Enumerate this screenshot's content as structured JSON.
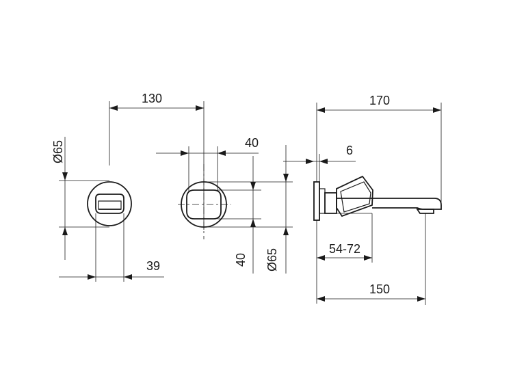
{
  "dimensions": {
    "front_diameter": "Ø65",
    "center_distance": "130",
    "handle_width": "39",
    "plate_width": "40",
    "plate_height": "40",
    "rough_diameter": "Ø65",
    "spout_length": "170",
    "plate_thickness": "6",
    "wall_depth": "54-72",
    "spout_reach": "150"
  }
}
